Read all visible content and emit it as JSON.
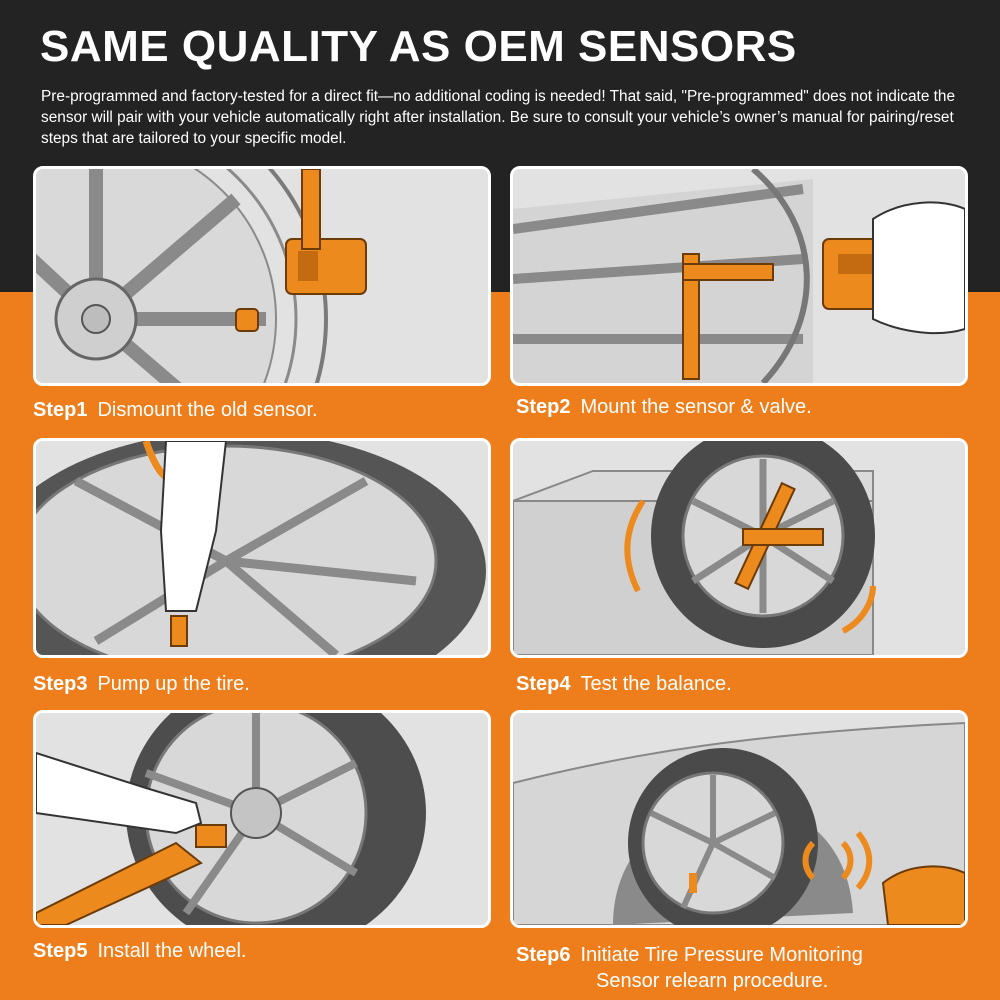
{
  "header": {
    "title": "SAME QUALITY AS OEM SENSORS",
    "description": "Pre-programmed and factory-tested for a direct fit—no additional coding is needed! That said, \"Pre-programmed\" does not indicate the sensor will pair with your vehicle automatically right after installation. Be sure to consult your vehicle’s owner’s manual for pairing/reset steps that are tailored to your specific model."
  },
  "steps": [
    {
      "number": "Step1",
      "text": "Dismount the old sensor."
    },
    {
      "number": "Step2",
      "text": "Mount the sensor & valve."
    },
    {
      "number": "Step3",
      "text": "Pump up the tire."
    },
    {
      "number": "Step4",
      "text": "Test the balance."
    },
    {
      "number": "Step5",
      "text": "Install the wheel."
    },
    {
      "number": "Step6",
      "text": "Initiate Tire Pressure Monitoring",
      "text_cont": "Sensor relearn procedure."
    }
  ],
  "colors": {
    "accent_orange": "#ee7d1b",
    "dark_band": "#232323",
    "panel_bg": "#e3e3e3"
  },
  "icons": [
    "wheel-illustration",
    "tpms-sensor-icon",
    "wrench-icon",
    "hand-icon",
    "air-pump-icon",
    "balancer-machine-icon",
    "impact-wrench-icon",
    "tpms-tool-icon",
    "signal-waves-icon"
  ]
}
